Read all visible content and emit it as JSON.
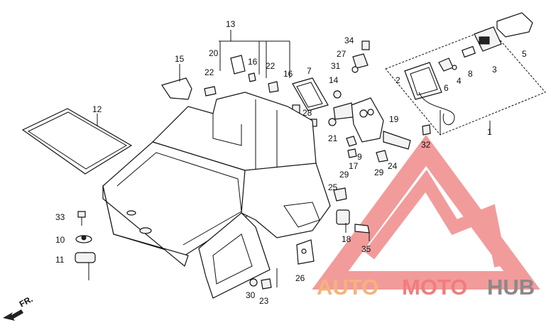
{
  "callouts": [
    {
      "id": "c1",
      "text": "1"
    },
    {
      "id": "c2",
      "text": "2"
    },
    {
      "id": "c3",
      "text": "3"
    },
    {
      "id": "c4",
      "text": "4"
    },
    {
      "id": "c5",
      "text": "5"
    },
    {
      "id": "c6",
      "text": "6"
    },
    {
      "id": "c7",
      "text": "7"
    },
    {
      "id": "c8",
      "text": "8"
    },
    {
      "id": "c9",
      "text": "9"
    },
    {
      "id": "c10",
      "text": "10"
    },
    {
      "id": "c11",
      "text": "11"
    },
    {
      "id": "c12",
      "text": "12"
    },
    {
      "id": "c13",
      "text": "13"
    },
    {
      "id": "c14",
      "text": "14"
    },
    {
      "id": "c15",
      "text": "15"
    },
    {
      "id": "c16a",
      "text": "16"
    },
    {
      "id": "c16b",
      "text": "16"
    },
    {
      "id": "c17",
      "text": "17"
    },
    {
      "id": "c18",
      "text": "18"
    },
    {
      "id": "c19",
      "text": "19"
    },
    {
      "id": "c20",
      "text": "20"
    },
    {
      "id": "c21",
      "text": "21"
    },
    {
      "id": "c22a",
      "text": "22"
    },
    {
      "id": "c22b",
      "text": "22"
    },
    {
      "id": "c23",
      "text": "23"
    },
    {
      "id": "c24",
      "text": "24"
    },
    {
      "id": "c25",
      "text": "25"
    },
    {
      "id": "c26",
      "text": "26"
    },
    {
      "id": "c27",
      "text": "27"
    },
    {
      "id": "c28",
      "text": "28"
    },
    {
      "id": "c29a",
      "text": "29"
    },
    {
      "id": "c29b",
      "text": "29"
    },
    {
      "id": "c30",
      "text": "30"
    },
    {
      "id": "c31",
      "text": "31"
    },
    {
      "id": "c32",
      "text": "32"
    },
    {
      "id": "c33",
      "text": "33"
    },
    {
      "id": "c34",
      "text": "34"
    },
    {
      "id": "c35",
      "text": "35"
    }
  ],
  "direction_label": "FR.",
  "watermark": {
    "part1": "AUTO",
    "part2": "MOTO",
    "part3": "HUB",
    "color_orange": "#f5b37a",
    "color_red": "#f27c7c",
    "color_gray": "#8a8a8a",
    "logo_color": "#f08a8a"
  }
}
